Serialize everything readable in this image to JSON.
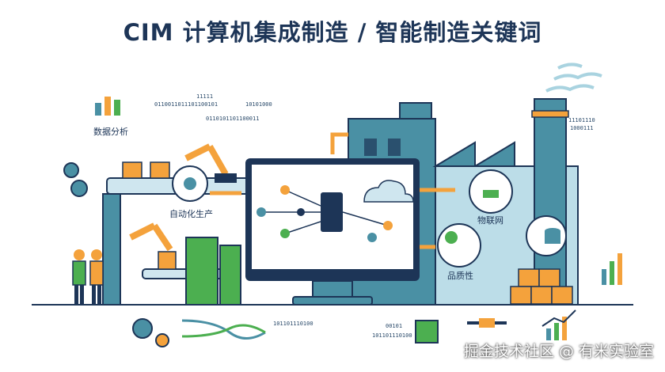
{
  "title": "CIM 计算机集成制造 / 智能制造关键词",
  "labels": {
    "data_analysis": "数据分析",
    "automation": "自动化生产",
    "iot": "物联网",
    "quality": "品质性"
  },
  "bits": {
    "b1": "11111",
    "b2": "0110011011101100101",
    "b3": "10101000",
    "b4": "0110101101100011",
    "b5": "11101110",
    "b6": "1000111",
    "b7": "101101110100",
    "b8": "00101",
    "b9": "101101110100"
  },
  "watermark": "掘金技术社区 @ 有米实验室",
  "colors": {
    "navy": "#1d3557",
    "teal": "#4a90a4",
    "orange": "#f4a23c",
    "green": "#4caf50",
    "light_blue": "#cfe6ef"
  }
}
